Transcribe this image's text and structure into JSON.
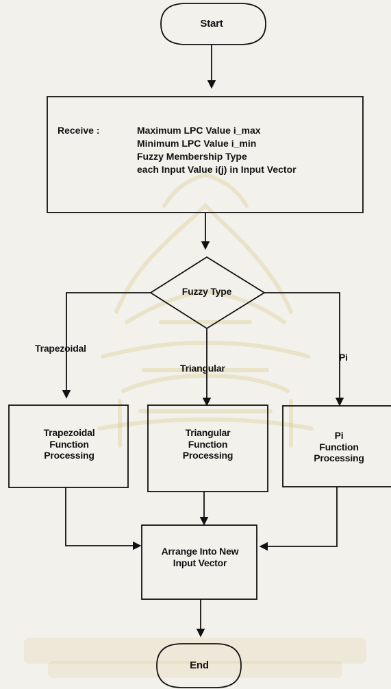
{
  "flowchart": {
    "start_label": "Start",
    "receive_title": "Receive :",
    "receive_lines": [
      "Maximum LPC Value i_max",
      "Minimum LPC Value  i_min",
      "Fuzzy Membership Type",
      "each Input Value  i(j) in Input Vector"
    ],
    "decision_label": "Fuzzy Type",
    "branch_left_label": "Trapezoidal",
    "branch_middle_label": "Triangular",
    "branch_right_label": "Pi",
    "process_left_lines": [
      "Trapezoidal",
      "Function",
      "Processing"
    ],
    "process_middle_lines": [
      "Triangular",
      "Function",
      "Processing"
    ],
    "process_right_lines": [
      "Pi",
      "Function",
      "Processing"
    ],
    "arrange_lines": [
      "Arrange Into New",
      "Input Vector"
    ],
    "end_label": "End"
  },
  "style": {
    "background": "#f3f1ec",
    "line_color": "#111111",
    "watermark_color": "#c9b24d"
  }
}
